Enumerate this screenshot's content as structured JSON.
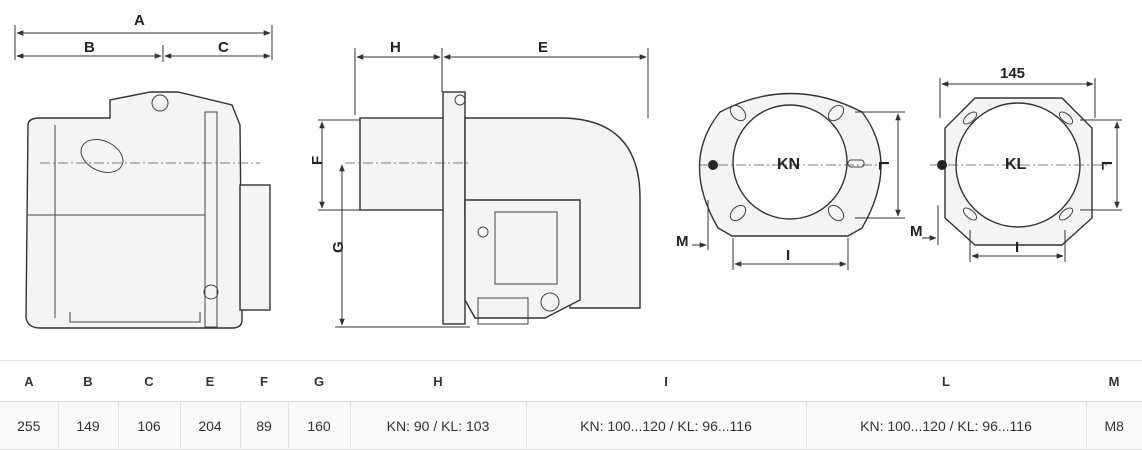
{
  "drawing": {
    "dimension_labels": {
      "A": "A",
      "B": "B",
      "C": "C",
      "H": "H",
      "E": "E",
      "F": "F",
      "G": "G",
      "M": "M",
      "I": "I",
      "L": "L",
      "KN": "KN",
      "KL": "KL",
      "w145": "145"
    }
  },
  "table": {
    "headers": [
      "A",
      "B",
      "C",
      "E",
      "F",
      "G",
      "H",
      "I",
      "L",
      "M"
    ],
    "rows": [
      [
        "255",
        "149",
        "106",
        "204",
        "89",
        "160",
        "KN: 90 / KL: 103",
        "KN: 100...120 / KL: 96...116",
        "KN: 100...120 / KL: 96...116",
        "M8"
      ]
    ]
  }
}
